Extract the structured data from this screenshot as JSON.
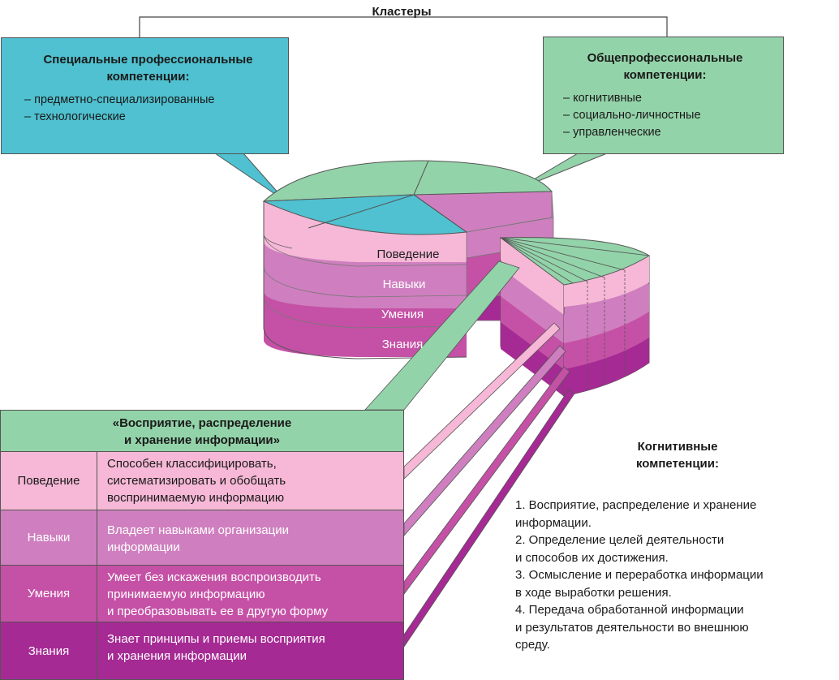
{
  "clusters_title": "Кластеры",
  "special": {
    "title_line1": "Специальные профессиональные",
    "title_line2": "компетенции:",
    "items": [
      "предметно-специализированные",
      "технологические"
    ]
  },
  "general": {
    "title_line1": "Общепрофессиональные",
    "title_line2": "компетенции:",
    "items": [
      "когнитивные",
      "социально-личностные",
      "управленческие"
    ]
  },
  "layers": [
    "Поведение",
    "Навыки",
    "Умения",
    "Знания"
  ],
  "table": {
    "header_line1": "«Восприятие, распределение",
    "header_line2": "и хранение информации»",
    "rows": [
      {
        "level": "Поведение",
        "lines": [
          "Способен классифицировать,",
          "систематизировать и обобщать",
          "воспринимаемую информацию"
        ]
      },
      {
        "level": "Навыки",
        "lines": [
          "Владеет навыками организации",
          "информации"
        ]
      },
      {
        "level": "Умения",
        "lines": [
          "Умеет без искажения воспроизводить",
          "принимаемую информацию",
          "и преобразовывать ее в другую форму"
        ]
      },
      {
        "level": "Знания",
        "lines": [
          "Знает принципы и приемы восприятия",
          "и хранения информации"
        ]
      }
    ]
  },
  "cognitive": {
    "title_line1": "Когнитивные",
    "title_line2": "компетенции:",
    "lines": [
      "1. Восприятие, распределение и хранение",
      "информации.",
      "2. Определение целей деятельности",
      "и способов их достижения.",
      "3. Осмысление и переработка информации",
      "в ходе выработки решения.",
      "4. Передача обработанной информации",
      "и результатов деятельности во внешнюю",
      "среду."
    ]
  },
  "colors": {
    "teal": "#4fc1d0",
    "green": "#93d3a9",
    "pink_light": "#f6b8d6",
    "violet_light": "#cf7fbf",
    "magenta": "#c551a6",
    "purple": "#a62a94"
  }
}
